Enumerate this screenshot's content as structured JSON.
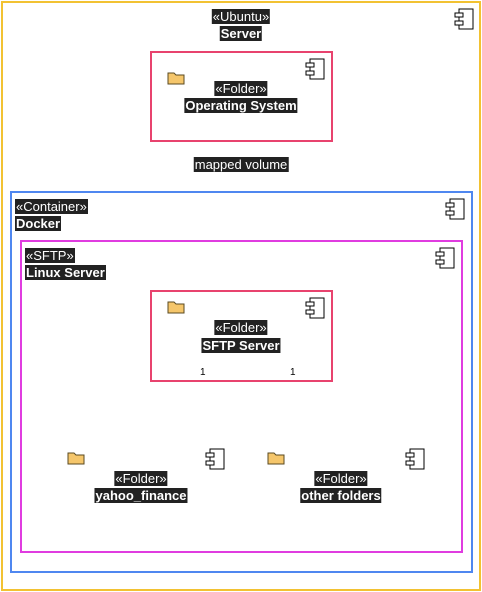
{
  "colors": {
    "server_border": "#f2c232",
    "folder_border": "#e8436e",
    "container_border": "#4f87f0",
    "sftp_border": "#e03ce0",
    "label_bg": "#222222",
    "folder_icon": "#f5c66b"
  },
  "server": {
    "stereotype": "«Ubuntu»",
    "name": "Server",
    "icon": "component-icon"
  },
  "os_folder": {
    "stereotype": "«Folder»",
    "name": "Operating System",
    "icons": [
      "folder-icon",
      "component-icon"
    ]
  },
  "edge_label": "mapped volume",
  "container": {
    "stereotype": "«Container»",
    "name": "Docker",
    "icon": "component-icon"
  },
  "sftp_node": {
    "stereotype": "«SFTP»",
    "name": "Linux Server",
    "icon": "component-icon"
  },
  "sftp_folder": {
    "stereotype": "«Folder»",
    "name": "SFTP Server",
    "mult_left": "1",
    "mult_right": "1"
  },
  "yahoo_folder": {
    "stereotype": "«Folder»",
    "name": "yahoo_finance"
  },
  "other_folder": {
    "stereotype": "«Folder»",
    "name": "other folders"
  }
}
